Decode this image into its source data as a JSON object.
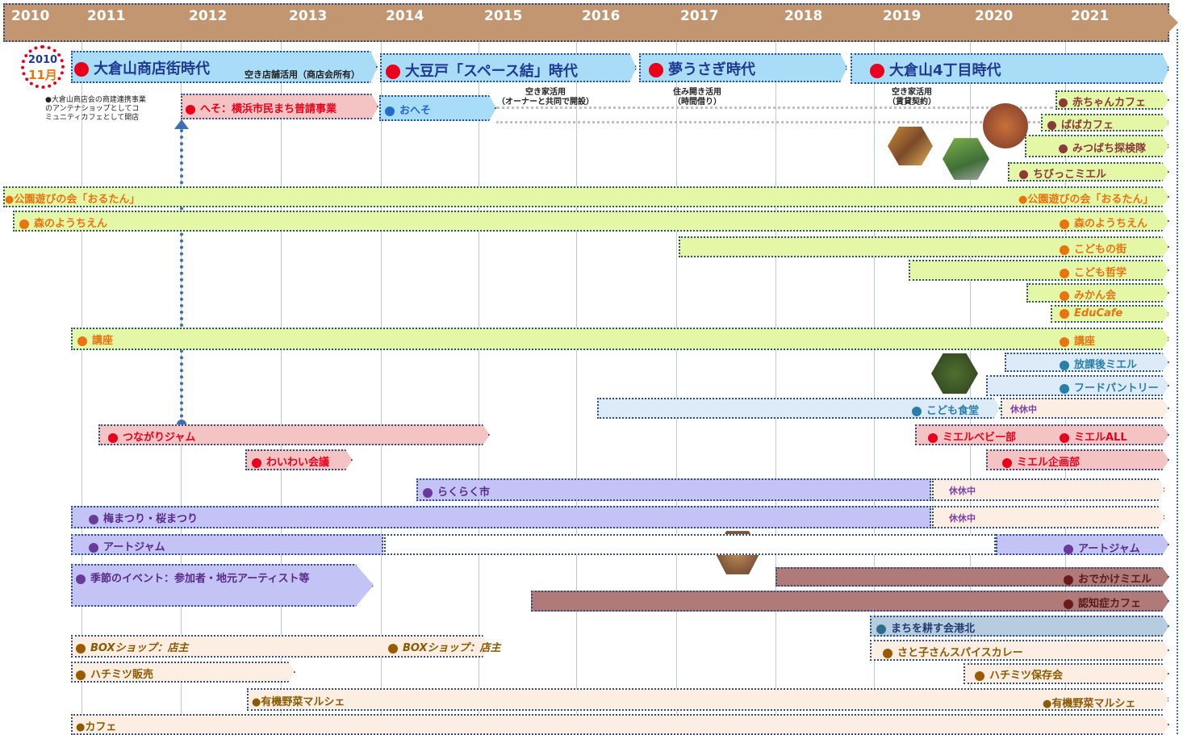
{
  "years": [
    "2010",
    "2011",
    "2012",
    "2013",
    "2014",
    "2015",
    "2016",
    "2017",
    "2018",
    "2019",
    "2020",
    "2021"
  ],
  "start_badge": {
    "year": "2010",
    "month": "11月"
  },
  "start_note": "●大倉山商店会の商建連携事業\nのアンテナショップとしてコ\nミュニティカフェとして開店",
  "eras": {
    "e1": "大倉山商店街時代",
    "e1_note": "空き店舗活用（商店会所有）",
    "e2": "大豆戸「スペース結」時代",
    "e2_note": "空き家活用\n（オーナーと共同で開設）",
    "e3": "夢うさぎ時代",
    "e3_note": "住み開き活用\n（時間借り）",
    "e4": "大倉山4丁目時代",
    "e4_note": "空き家活用\n（賃貸契約）"
  },
  "labels": {
    "heso_yokohama": "へそ：横浜市民まち普請事業",
    "oheso": "おへそ",
    "akachan_cafe": "赤ちゃんカフェ",
    "baba_cafe": "ばばカフェ",
    "mitsubachi": "みつばち探検隊",
    "chibikko": "ちびっこミエル",
    "kouen_left": "●公園遊びの会「おるたん」",
    "kouen_right": "●公園遊びの会「おるたん」",
    "mori_left": "森のようちえん",
    "mori_right": "森のようちえん",
    "kodomo_machi": "こどもの街",
    "kodomo_tetsugaku": "こども哲学",
    "mikan": "みかん会",
    "educafe": "EduCafe",
    "kouza_left": "講座",
    "kouza_right": "講座",
    "houkago": "放課後ミエル",
    "food_pantry": "フードパントリー",
    "kodomo_shokudo": "こども食堂",
    "kyukyu1": "休休中",
    "tsunagari": "つながりジャム",
    "baby": "ミエルベビー部",
    "miel_all": "ミエルALL",
    "waiwai": "わいわい会議",
    "kikaku": "ミエル企画部",
    "rakuraku": "らくらく市",
    "kyukyu2": "休休中",
    "ume": "梅まつり・桜まつり",
    "kyukyu3": "休休中",
    "art_left": "アートジャム",
    "art_right": "アートジャム",
    "kisetsu": "季節のイベント：参加者・地元アーティスト等",
    "odekake": "おでかけミエル",
    "ninchi": "認知症カフェ",
    "machi_tagayasu": "まちを耕す会港北",
    "box1": "BOXショップ：店主",
    "box2": "BOXショップ：店主",
    "satoko": "さと子さんスパイスカレー",
    "hachimitsu_sale": "ハチミツ販売",
    "hachimitsu_save": "ハチミツ保存会",
    "yasai_left": "●有機野菜マルシェ",
    "yasai_right": "●有機野菜マルシェ",
    "cafe": "●カフェ"
  },
  "colors": {
    "era_fill": "#a9dcf7",
    "green_fill": "#e4f7a6",
    "orange_text": "#e8730f",
    "red_dot": "#e8001c",
    "pink_fill": "#f4c4c4",
    "purple_fill": "#c3c3f5",
    "brown_fill": "#b07a78",
    "cream_fill": "#fdeee4",
    "lightblue_fill": "#dcebf7"
  }
}
